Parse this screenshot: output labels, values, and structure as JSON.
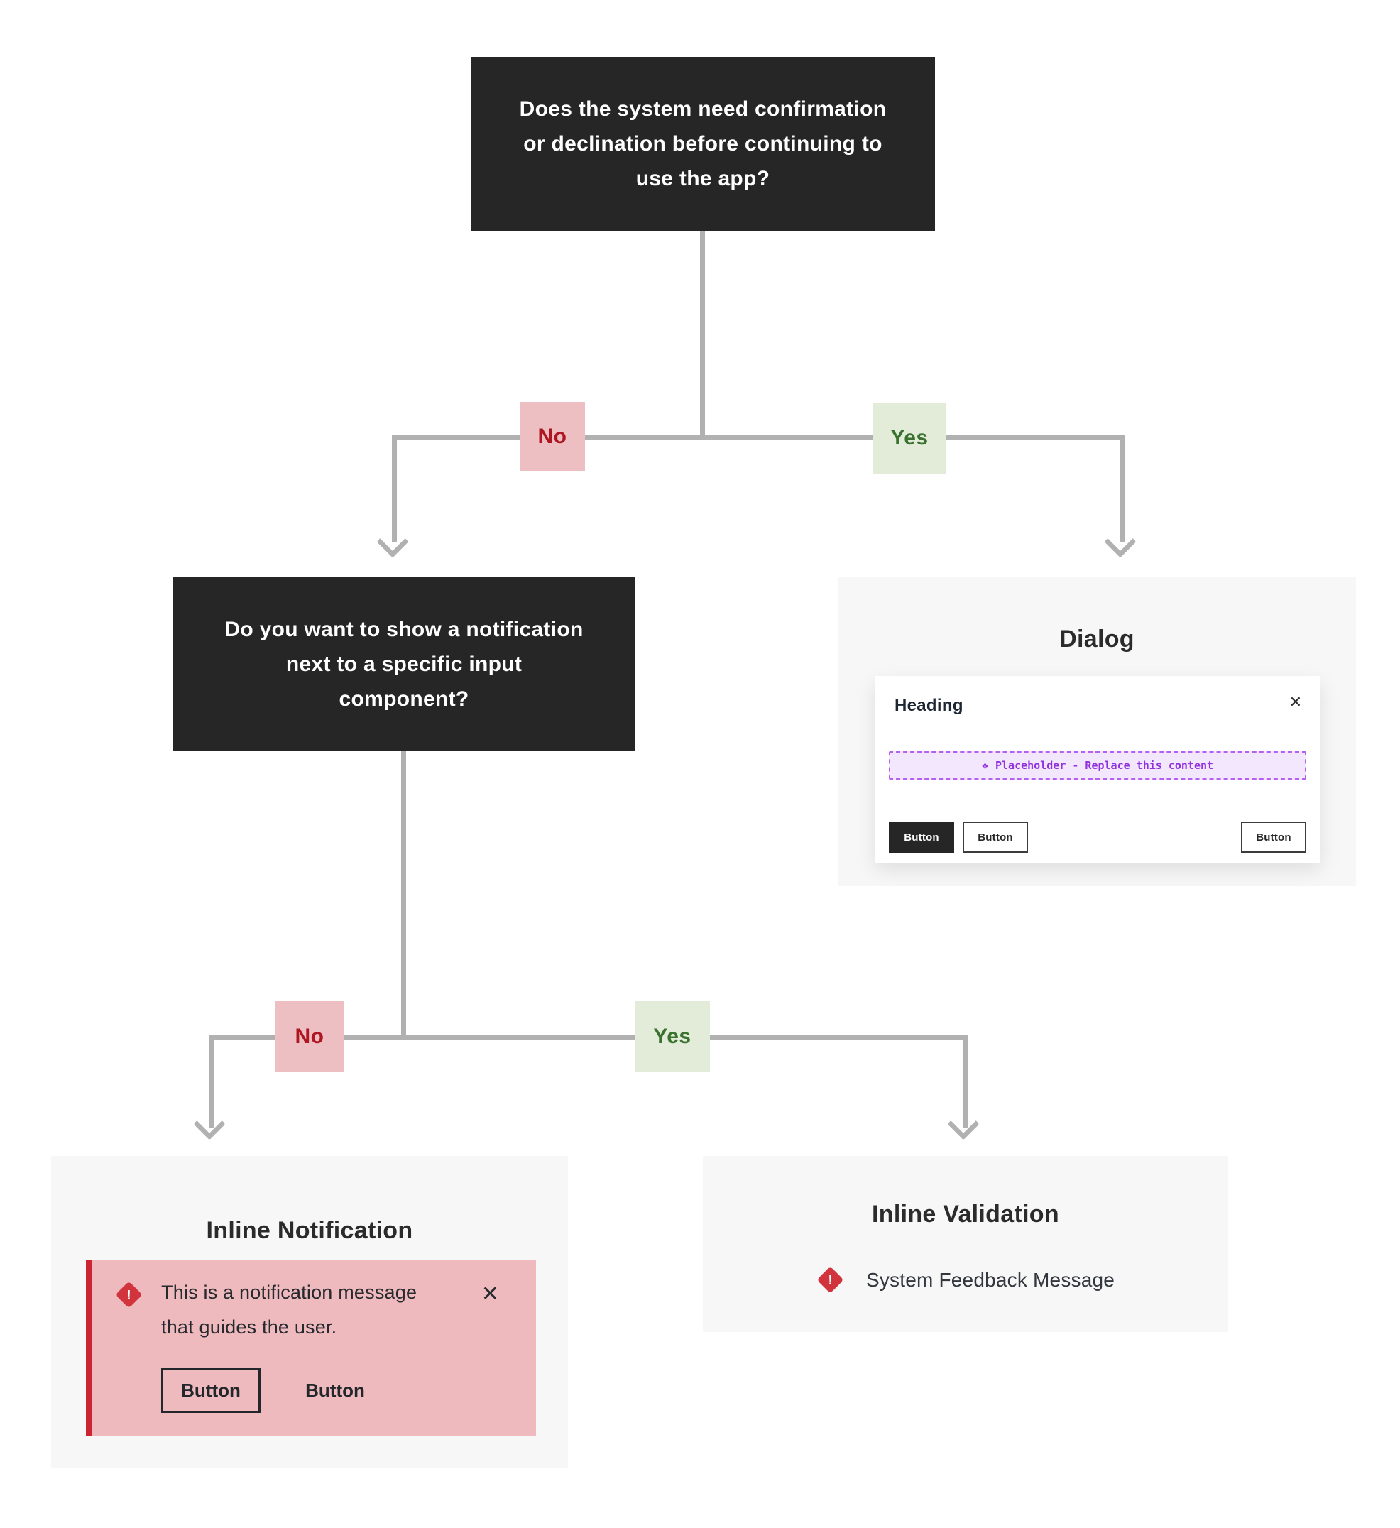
{
  "diagram": {
    "question1": "Does the system need confirmation or declination before continuing to use the app?",
    "question2": "Do you want to show a notification next to a specific input component?",
    "branch_no": "No",
    "branch_yes": "Yes"
  },
  "colors": {
    "node_bg": "#262626",
    "connector_gray": "#b1b1b1",
    "no_bg": "#edbfc2",
    "no_text": "#ae1622",
    "yes_bg": "#e3ecd9",
    "yes_text": "#3b7230",
    "panel_bg": "#f7f7f8",
    "notification_bg": "#eebabd",
    "alert_red": "#cb2531",
    "placeholder_purple": "#9032dd"
  },
  "dialog": {
    "title": "Dialog",
    "heading": "Heading",
    "close_icon": "✕",
    "placeholder_icon": "❖",
    "placeholder_text": "Placeholder -  Replace this content",
    "buttons": [
      "Button",
      "Button",
      "Button"
    ]
  },
  "inline_notification": {
    "title": "Inline Notification",
    "warning_icon": "!",
    "message_line1": "This is a notification message",
    "message_line2": "that guides the user.",
    "close_icon": "✕",
    "buttons": [
      "Button",
      "Button"
    ]
  },
  "inline_validation": {
    "title": "Inline Validation",
    "warning_icon": "!",
    "message": "System Feedback Message"
  }
}
